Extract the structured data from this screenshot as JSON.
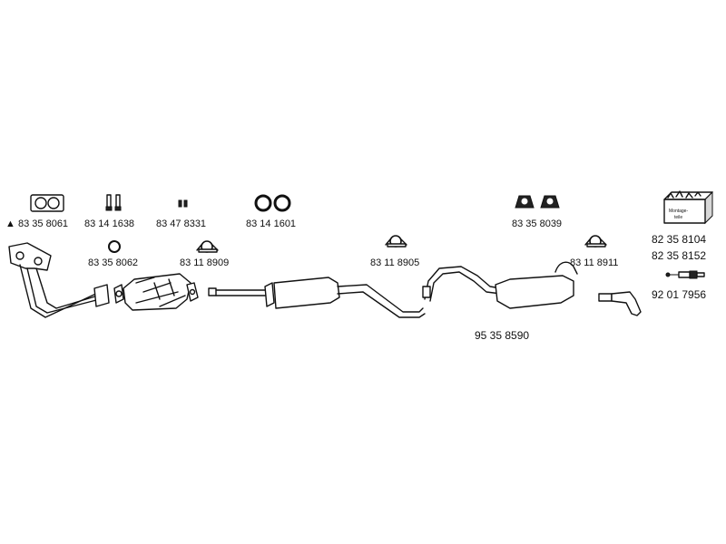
{
  "parts": {
    "p8335_8061": "83 35 8061",
    "p8314_1638": "83 14 1638",
    "p8347_8331": "83 47 8331",
    "p8314_1601": "83 14 1601",
    "p8335_8062": "83 35 8062",
    "p8311_8909": "83 11 8909",
    "p8311_8905": "83 11 8905",
    "p8335_8039": "83 35 8039",
    "p8311_8911": "83 11 8911",
    "p8235_8104": "82 35 8104",
    "p8235_8152": "82 35 8152",
    "p9201_7956": "92 01 7956",
    "p9535_8590": "95 35 8590"
  },
  "kit_box_label_1": "Montage-",
  "kit_box_label_2": "teile",
  "marker_symbol": "▲"
}
